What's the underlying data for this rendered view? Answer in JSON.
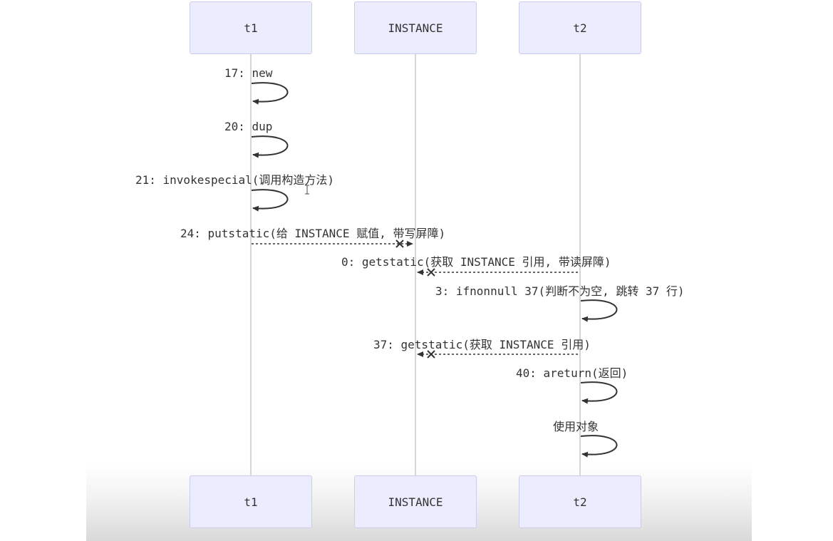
{
  "participants": {
    "t1": "t1",
    "instance": "INSTANCE",
    "t2": "t2"
  },
  "messages": [
    {
      "label": "17: new",
      "from": "t1",
      "to": "t1"
    },
    {
      "label": "20: dup",
      "from": "t1",
      "to": "t1"
    },
    {
      "label": "21: invokespecial(调用构造方法)",
      "from": "t1",
      "to": "t1"
    },
    {
      "label": "24: putstatic(给 INSTANCE 赋值, 带写屏障)",
      "from": "t1",
      "to": "INSTANCE"
    },
    {
      "label": "0: getstatic(获取 INSTANCE 引用, 带读屏障)",
      "from": "t2",
      "to": "INSTANCE"
    },
    {
      "label": "3: ifnonnull 37(判断不为空, 跳转 37 行)",
      "from": "t2",
      "to": "t2"
    },
    {
      "label": "37: getstatic(获取 INSTANCE 引用)",
      "from": "t2",
      "to": "INSTANCE"
    },
    {
      "label": "40: areturn(返回)",
      "from": "t2",
      "to": "t2"
    },
    {
      "label": "使用对象",
      "from": "t2",
      "to": "t2"
    }
  ],
  "colors": {
    "actor_fill": "#ececff",
    "actor_border": "#ccccee",
    "line": "#333333",
    "lifeline": "#d6d6d6"
  }
}
